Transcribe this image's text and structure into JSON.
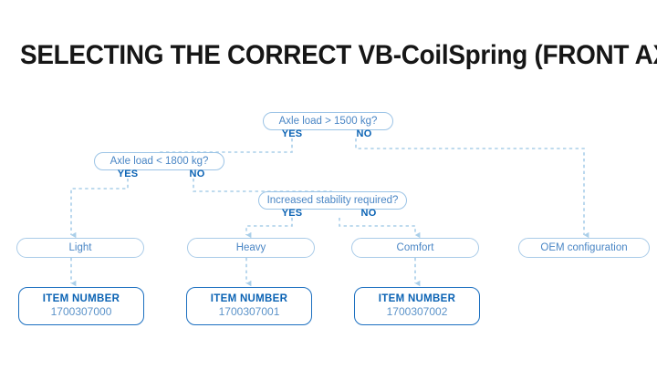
{
  "title": "SELECTING THE CORRECT VB-CoilSpring (FRONT AXLE)",
  "colors": {
    "title": "#161616",
    "node_text": "#4a86c5",
    "node_border": "#a9cbe8",
    "label_blue": "#0b63b4",
    "item_border": "#1b6fc0",
    "item_number_text": "#5c93c9",
    "connector": "#aacfe9",
    "background": "#ffffff"
  },
  "decisions": [
    {
      "id": "axle-load-1500",
      "question": "Axle load > 1500 kg?",
      "yes_label": "YES",
      "no_label": "NO"
    },
    {
      "id": "axle-load-1800",
      "question": "Axle load < 1800 kg?",
      "yes_label": "YES",
      "no_label": "NO"
    },
    {
      "id": "increased-stability",
      "question": "Increased stability required?",
      "yes_label": "YES",
      "no_label": "NO"
    }
  ],
  "results": [
    {
      "id": "light",
      "label": "Light"
    },
    {
      "id": "heavy",
      "label": "Heavy"
    },
    {
      "id": "comfort",
      "label": "Comfort"
    },
    {
      "id": "oem",
      "label": "OEM configuration"
    }
  ],
  "items": [
    {
      "id": "item-light",
      "header": "ITEM NUMBER",
      "number": "1700307000"
    },
    {
      "id": "item-heavy",
      "header": "ITEM NUMBER",
      "number": "1700307001"
    },
    {
      "id": "item-comfort",
      "header": "ITEM NUMBER",
      "number": "1700307002"
    }
  ]
}
